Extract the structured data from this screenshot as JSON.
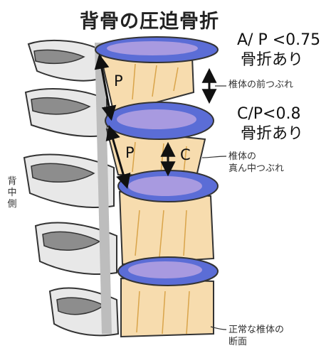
{
  "title": "背骨の圧迫骨折",
  "criteria": [
    {
      "ratio": "A/ P <0.75",
      "result": "骨折あり"
    },
    {
      "ratio": "C/P<0.8",
      "result": "骨折あり"
    }
  ],
  "callouts": {
    "anterior_compression": "椎体の前つぶれ",
    "middle_compression_line1": "椎体の",
    "middle_compression_line2": "真ん中つぶれ",
    "normal_body_line1": "正常な椎体の",
    "normal_body_line2": "断面"
  },
  "dorsal_side_label": "背中側",
  "markers": {
    "p_upper": "P",
    "p_lower": "P",
    "c": "C"
  },
  "colors": {
    "disc_outer": "#5b6dd6",
    "disc_inner": "#a89ae0",
    "body_fill": "#f7dcae",
    "body_lines": "#d9a44a",
    "bone_gray": "#8d8d8d",
    "arrow": "#111111"
  }
}
